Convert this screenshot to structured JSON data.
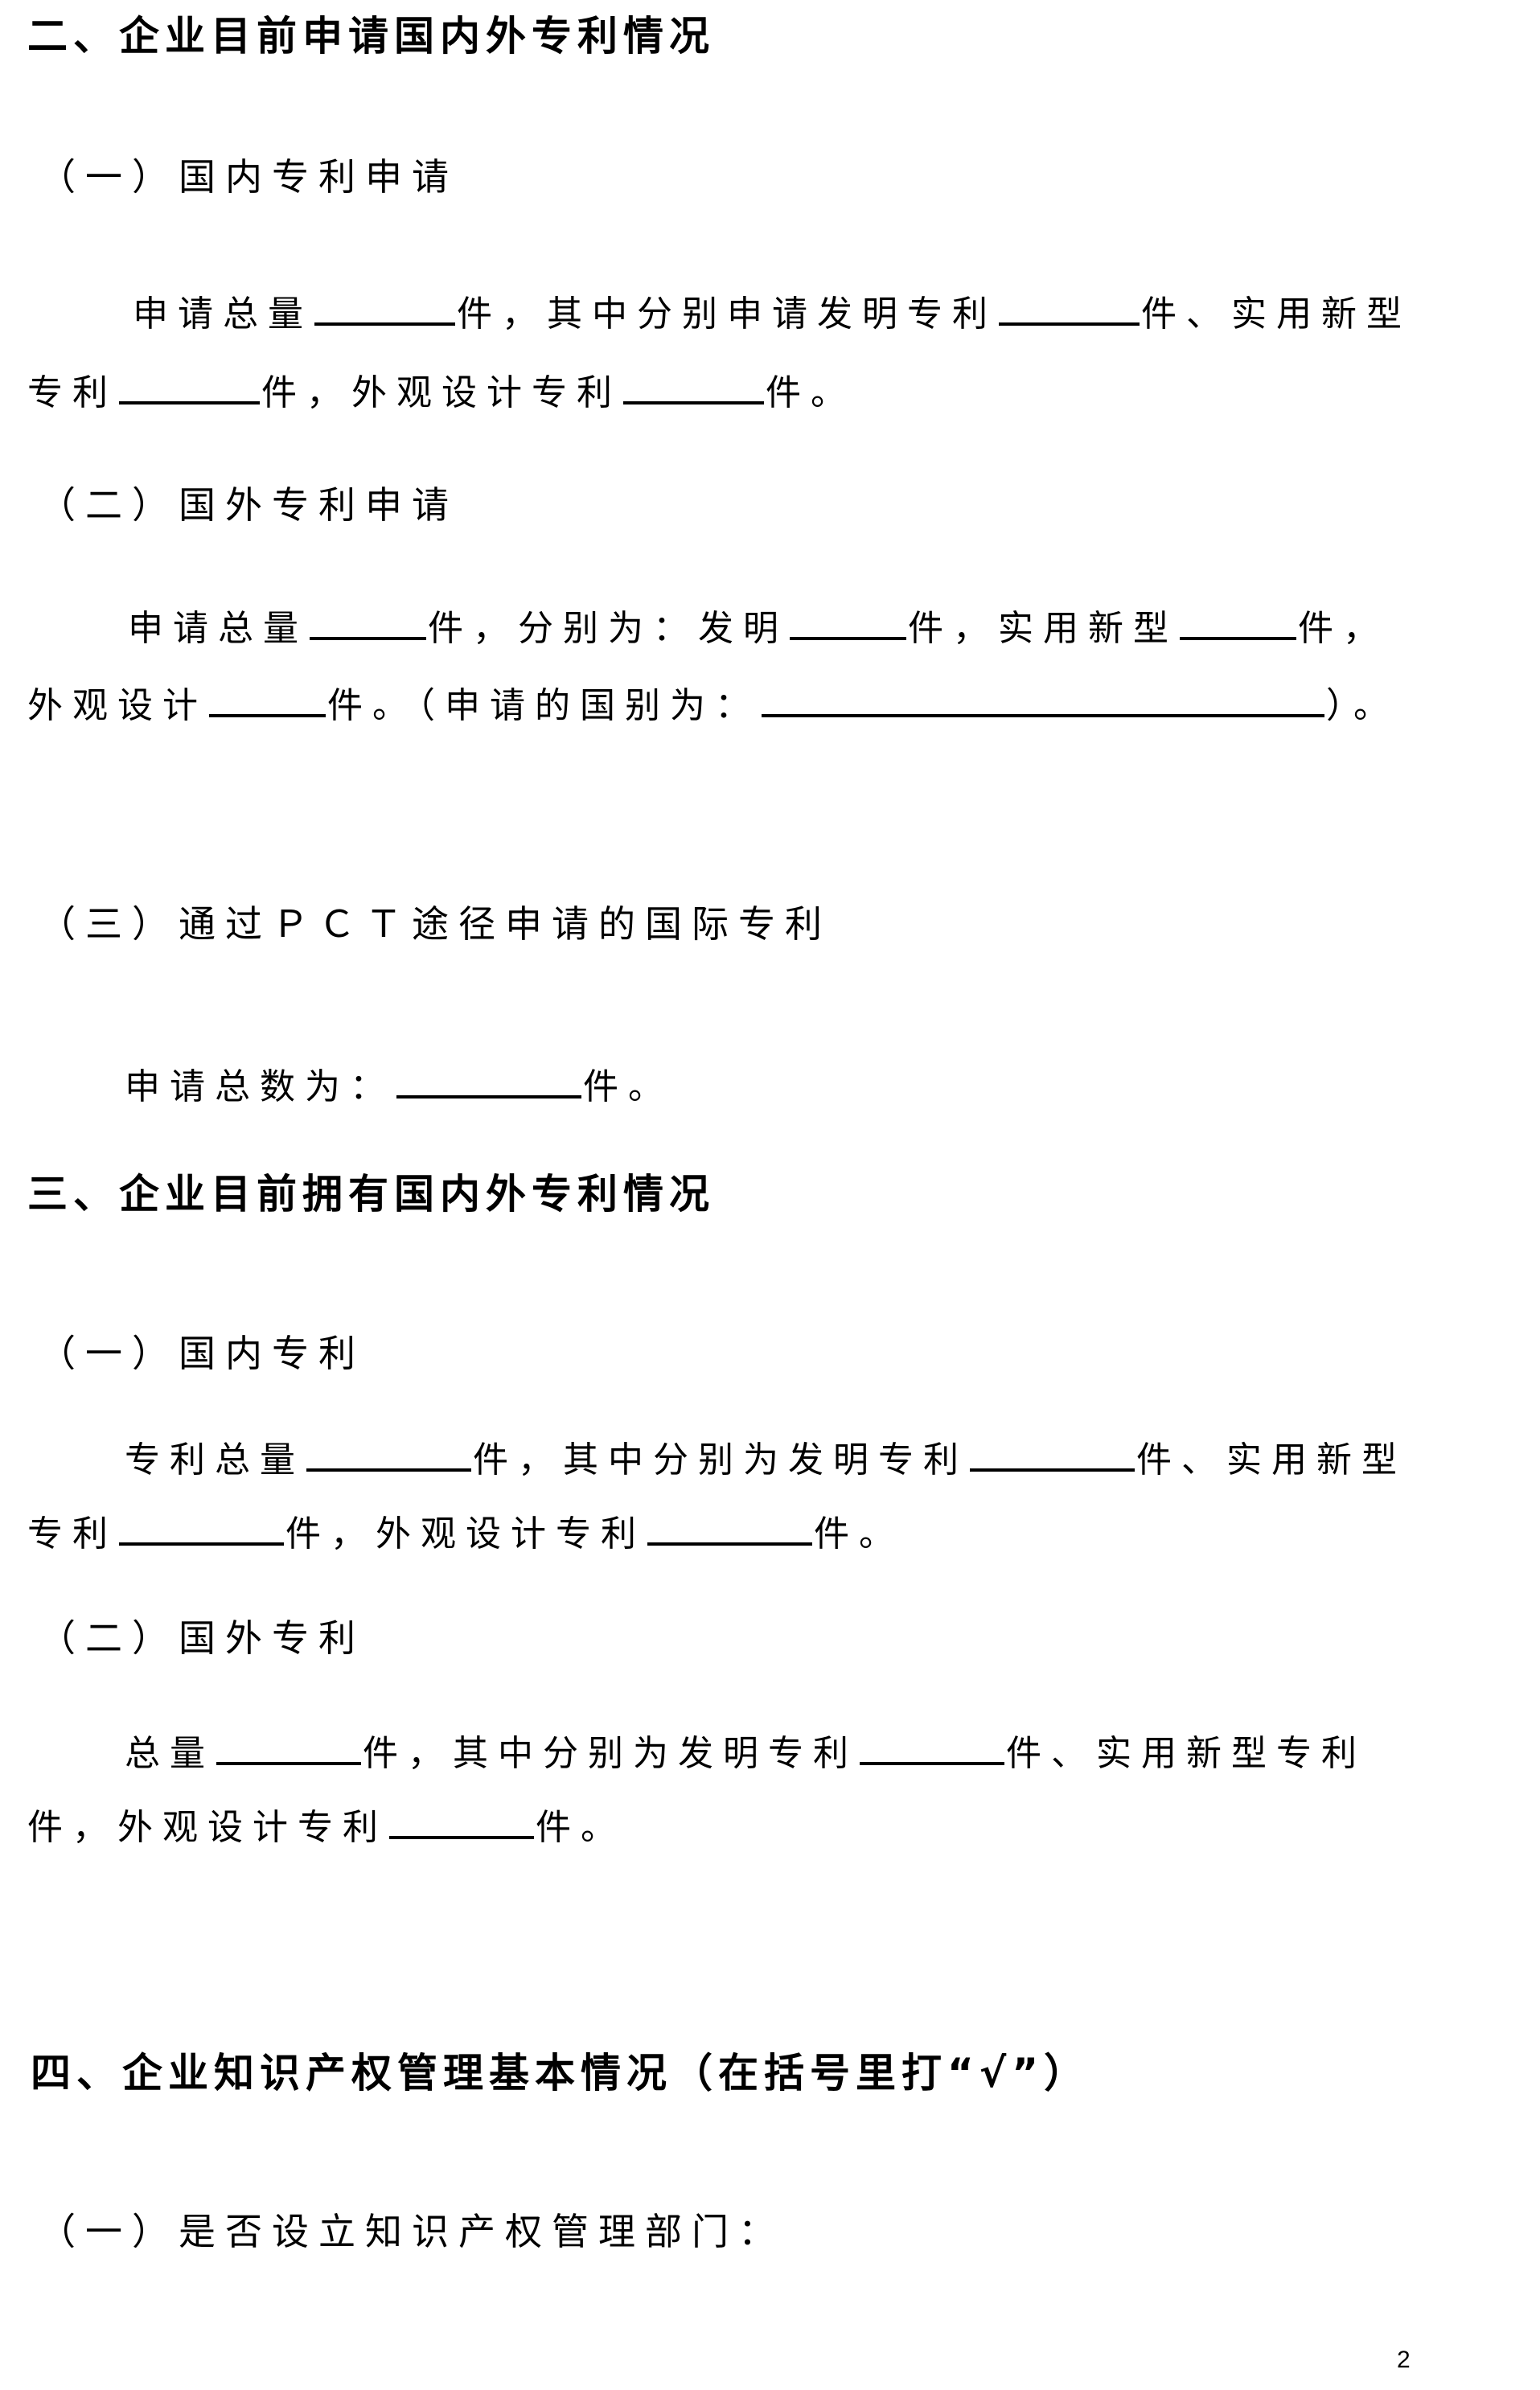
{
  "page_number": "2",
  "sections": {
    "s2": {
      "heading": "二、企业目前申请国内外专利情况",
      "sub1": {
        "title": "（一）国内专利申请",
        "l1_a": "申请总量",
        "l1_b": "件，其中分别申请发明专利",
        "l1_c": "件、实用新型",
        "l2_a": "专利",
        "l2_b": "件，外观设计专利",
        "l2_c": "件。"
      },
      "sub2": {
        "title": "（二）国外专利申请",
        "l1_a": "申请总量",
        "l1_b": "件，分别为：发明",
        "l1_c": "件，实用新型",
        "l1_d": "件，",
        "l2_a": "外观设计",
        "l2_b": "件。（申请的国别为：",
        "l2_c": "）。"
      },
      "sub3": {
        "title": "（三）通过ＰＣＴ途径申请的国际专利",
        "l1_a": "申请总数为：",
        "l1_b": "件。"
      }
    },
    "s3": {
      "heading": "三、企业目前拥有国内外专利情况",
      "sub1": {
        "title": "（一）国内专利",
        "l1_a": "专利总量",
        "l1_b": "件，其中分别为发明专利",
        "l1_c": "件、实用新型",
        "l2_a": "专利",
        "l2_b": "件，外观设计专利",
        "l2_c": "件。"
      },
      "sub2": {
        "title": "（二）国外专利",
        "l1_a": "总量",
        "l1_b": "件，其中分别为发明专利",
        "l1_c": "件、实用新型专利",
        "l2_a": "件，外观设计专利",
        "l2_b": "件。"
      }
    },
    "s4": {
      "heading": "四、企业知识产权管理基本情况（在括号里打“√”）",
      "sub1": {
        "title": "（一）是否设立知识产权管理部门："
      }
    }
  }
}
